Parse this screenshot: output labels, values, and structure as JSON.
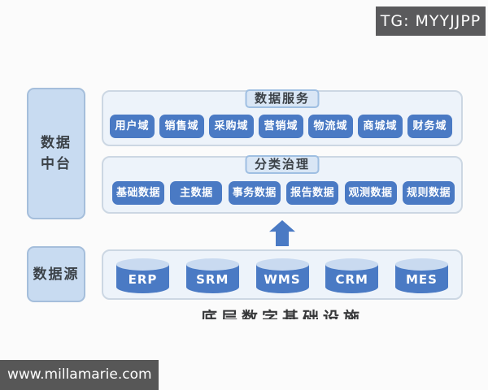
{
  "colors": {
    "accent": "#4a7ac4",
    "panelFill": "#edf3fa",
    "panelBorder": "#ccd7e3",
    "tabFill": "#d9e6f5",
    "tabBorder": "#9fbfe2",
    "leftFill": "#c8dbf1",
    "leftBorder": "#a5bedb",
    "cylTop": "#c9daf0",
    "badgeBg": "#5a5a5c",
    "wmBg": "#575757",
    "textDark": "#3b4147",
    "pageBg": "#fbfbfb"
  },
  "badge": {
    "label": "TG: MYYJJPP"
  },
  "sidebar": {
    "platform_label": "数据\n中台",
    "source_label": "数据源"
  },
  "services": {
    "header": "数据服务",
    "items": [
      "用户域",
      "销售域",
      "采购域",
      "营销域",
      "物流域",
      "商城域",
      "财务域"
    ]
  },
  "governance": {
    "header": "分类治理",
    "items": [
      "基础数据",
      "主数据",
      "事务数据",
      "报告数据",
      "观测数据",
      "规则数据"
    ]
  },
  "datasources": {
    "items": [
      "ERP",
      "SRM",
      "WMS",
      "CRM",
      "MES"
    ]
  },
  "caption": {
    "text": "底层数字基础设施"
  },
  "watermark": {
    "text": "www.millamarie.com"
  }
}
